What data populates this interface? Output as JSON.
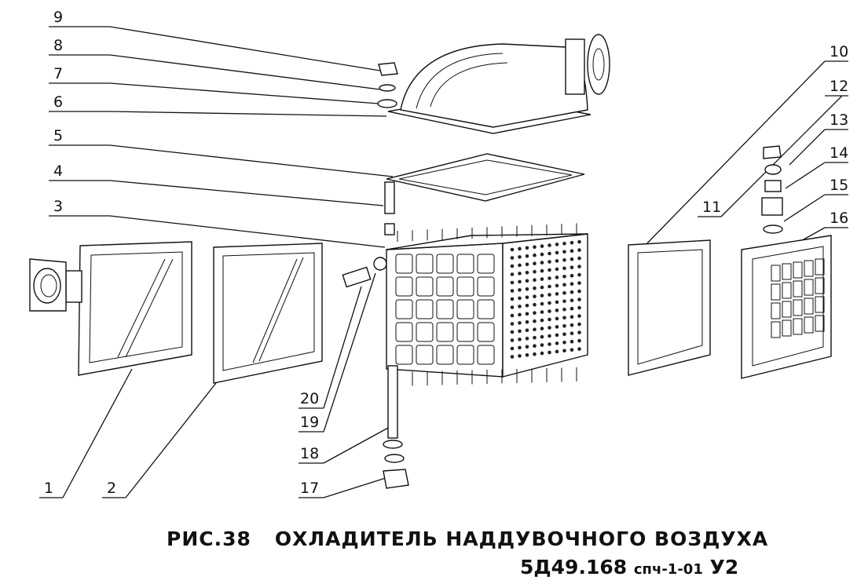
{
  "figure": {
    "title_prefix": "РИС.38",
    "title_text": "ОХЛАДИТЕЛЬ НАДДУВОЧНОГО ВОЗДУХА",
    "code_main": "5Д49.168",
    "code_spec": "спч-1-01",
    "code_suffix": "У2"
  },
  "callouts": [
    "1",
    "2",
    "3",
    "4",
    "5",
    "6",
    "7",
    "8",
    "9",
    "10",
    "11",
    "12",
    "13",
    "14",
    "15",
    "16",
    "17",
    "18",
    "19",
    "20"
  ],
  "icons": {
    "cover": "bottom-cover-icon",
    "gasket": "gasket-frame-icon",
    "core": "radiator-core-icon",
    "elbow": "outlet-elbow-icon"
  }
}
